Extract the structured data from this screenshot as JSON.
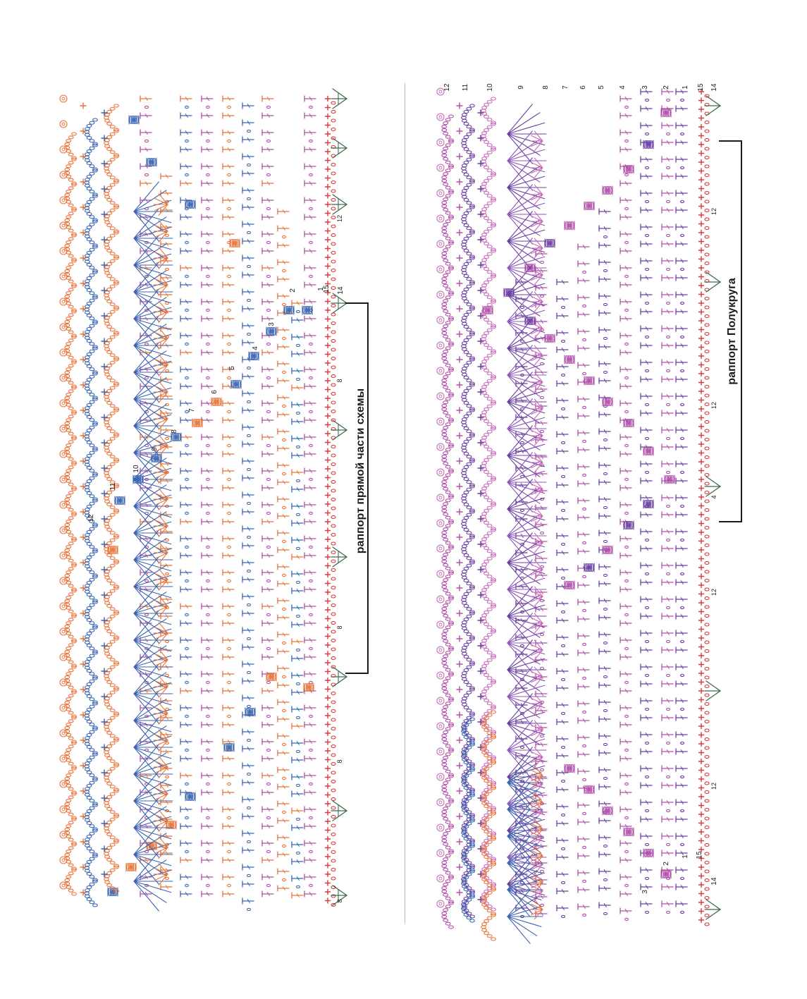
{
  "colors": {
    "red": "#d93a3a",
    "green": "#3d6b4a",
    "blue": "#3a64b0",
    "orange": "#e8743a",
    "magenta": "#b04fa8",
    "purple": "#6a3fa0",
    "pink": "#c86ab8",
    "violet": "#8a58b8",
    "ink": "#1a1a1a"
  },
  "left_chart": {
    "bracket_label": "раппорт прямой части схемы",
    "row_numbers": [
      "1",
      "2",
      "3",
      "4",
      "5",
      "6",
      "7",
      "8",
      "9",
      "10",
      "11",
      "12",
      "14",
      "15"
    ],
    "counts": [
      "8",
      "8",
      "8",
      "8",
      "12"
    ]
  },
  "right_chart": {
    "bracket_label": "раппорт Полукруга",
    "row_numbers": [
      "1",
      "2",
      "3",
      "4",
      "5",
      "6",
      "7",
      "8",
      "9",
      "10",
      "11",
      "12",
      "15",
      "14"
    ],
    "counts": [
      "12",
      "12",
      "12",
      "12",
      "4"
    ],
    "bottom_row_numbers": [
      "1",
      "2",
      "3",
      "14",
      "15"
    ]
  }
}
